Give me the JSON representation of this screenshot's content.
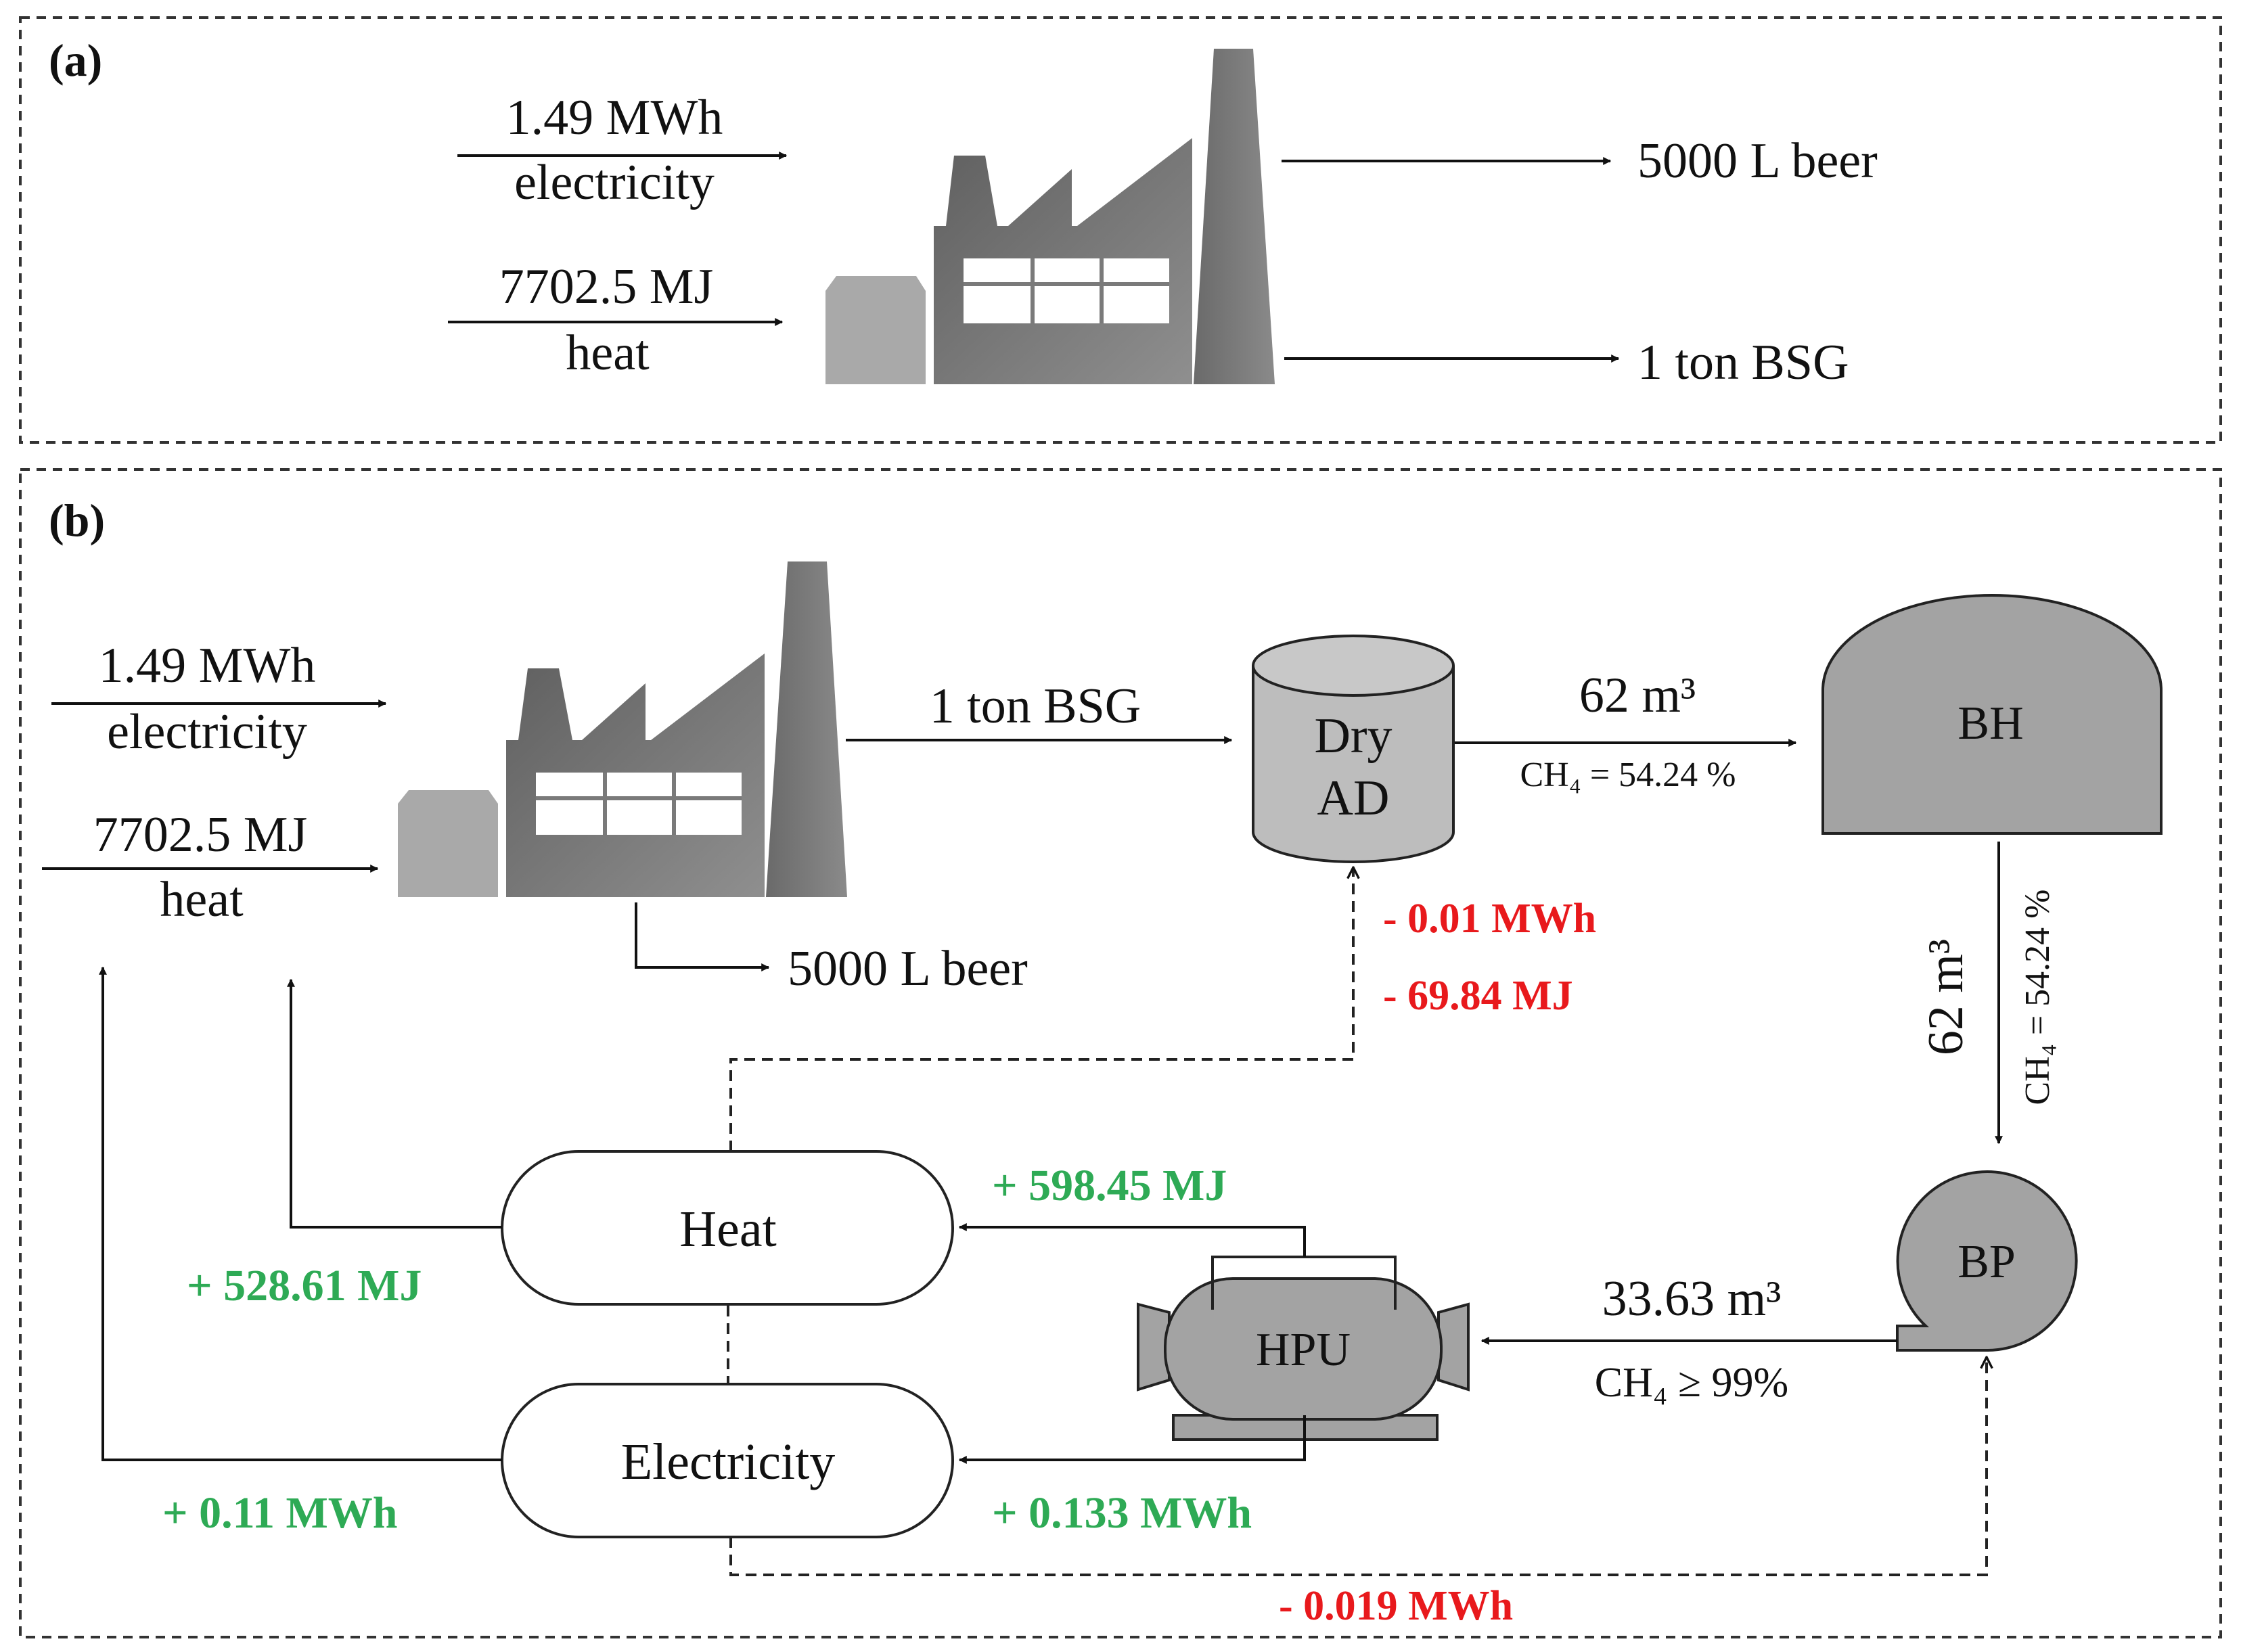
{
  "colors": {
    "green": "#2eaa55",
    "red": "#e8191c",
    "gray_dark": "#6f6f6f",
    "gray_mid": "#8c8c8c",
    "gray_light": "#a9a9a9",
    "tank_fill": "#bdbdbd",
    "unit_fill": "#a3a3a3"
  },
  "panel_a": {
    "label": "(a)",
    "inputs": [
      {
        "amount": "1.49 MWh",
        "type": "electricity"
      },
      {
        "amount": "7702.5 MJ",
        "type": "heat"
      }
    ],
    "outputs": [
      "5000 L beer",
      "1 ton BSG"
    ]
  },
  "panel_b": {
    "label": "(b)",
    "inputs": [
      {
        "amount": "1.49 MWh",
        "type": "electricity"
      },
      {
        "amount": "7702.5 MJ",
        "type": "heat"
      }
    ],
    "beer_output": "5000 L beer",
    "bsg_flow": "1 ton BSG",
    "dry_ad": {
      "line1": "Dry",
      "line2": "AD"
    },
    "ad_energy": [
      "- 0.01 MWh",
      "- 69.84 MJ"
    ],
    "biogas_flow": {
      "volume": "62 m³",
      "ch4": "CH₄ = 54.24 %"
    },
    "bh": "BH",
    "bh_to_bp": {
      "volume": "62 m³",
      "ch4": "CH₄ = 54.24 %"
    },
    "bp": "BP",
    "biomethane": {
      "volume": "33.63 m³",
      "ch4": "CH₄ ≥ 99%"
    },
    "hpu": "HPU",
    "heat_node": "Heat",
    "electricity_node": "Electricity",
    "hpu_heat": "+ 598.45 MJ",
    "hpu_electricity": "+ 0.133 MWh",
    "heat_return": "+ 528.61 MJ",
    "electricity_return": "+ 0.11 MWh",
    "bp_energy": "- 0.019 MWh"
  }
}
